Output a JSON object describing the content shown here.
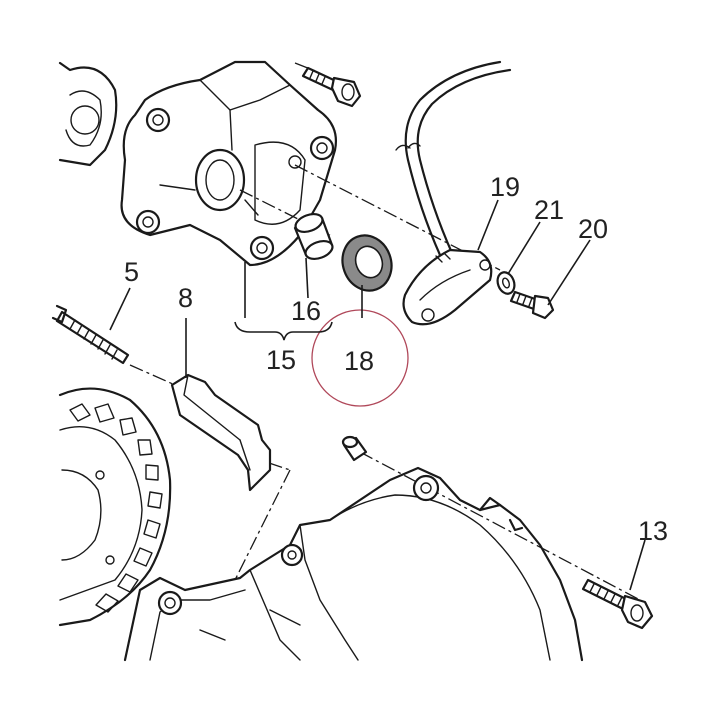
{
  "callouts": {
    "c5": "5",
    "c8": "8",
    "c13": "13",
    "c15": "15",
    "c16": "16",
    "c18": "18",
    "c19": "19",
    "c20": "20",
    "c21": "21"
  },
  "colors": {
    "line": "#1a1a1a",
    "highlight_circle": "#b0485a",
    "seal_fill": "#8a8a8a"
  }
}
